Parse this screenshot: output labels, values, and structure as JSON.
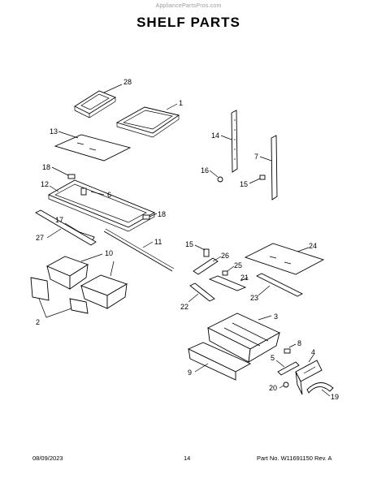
{
  "header": {
    "watermark": "AppliancePartsPros.com",
    "title": "SHELF PARTS"
  },
  "footer": {
    "date": "08/09/2023",
    "page": "14",
    "part_number": "Part No. W11691150 Rev. A"
  },
  "callouts": {
    "c28": "28",
    "c1": "1",
    "c13": "13",
    "c14": "14",
    "c7": "7",
    "c18a": "18",
    "c12": "12",
    "c6": "6",
    "c16": "16",
    "c15a": "15",
    "c18b": "18",
    "c17": "17",
    "c27": "27",
    "c11": "11",
    "c15b": "15",
    "c26": "26",
    "c24": "24",
    "c25": "25",
    "c21": "21",
    "c10": "10",
    "c23": "23",
    "c22": "22",
    "c2": "2",
    "c3": "3",
    "c8": "8",
    "c4": "4",
    "c5": "5",
    "c9": "9",
    "c20": "20",
    "c19": "19"
  }
}
